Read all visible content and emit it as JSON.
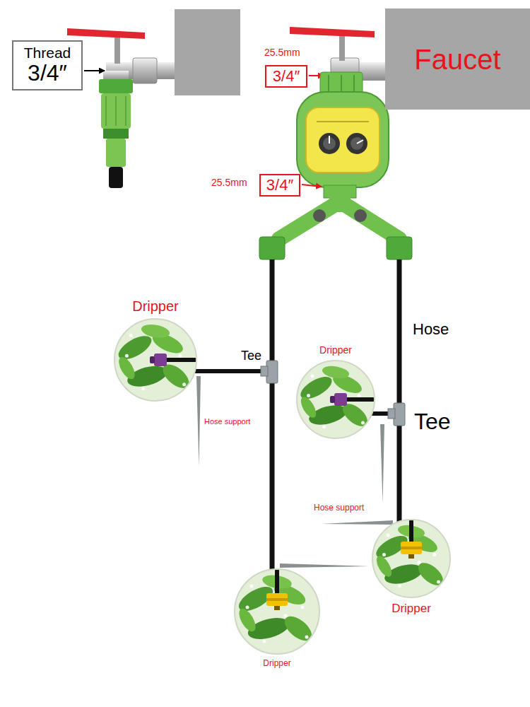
{
  "diagram": {
    "nodes": [
      {
        "text": [
          "Thread",
          "3/4″"
        ]
      },
      {
        "text": [
          "Faucet"
        ]
      },
      {
        "text": [
          "3/4″"
        ]
      },
      {
        "text": [
          "3/4″"
        ]
      },
      {
        "text": [
          "Dripper"
        ]
      },
      {
        "text": [
          "Dripper"
        ]
      },
      {
        "text": [
          "Dripper"
        ]
      },
      {
        "text": [
          "Dripper"
        ]
      }
    ],
    "labels": [
      "25.5mm",
      "25.5mm",
      "Tee",
      "Hose support",
      "Hose",
      "Tee",
      "Hose support"
    ]
  }
}
